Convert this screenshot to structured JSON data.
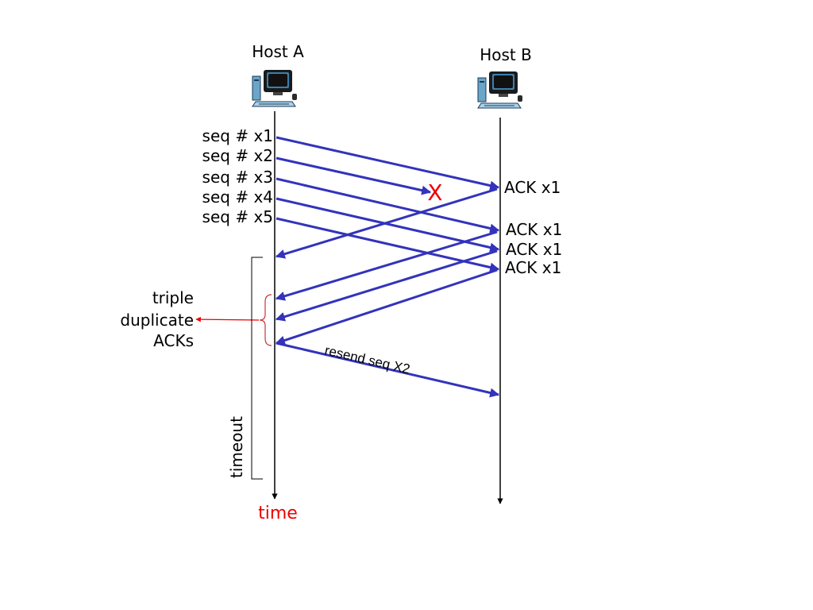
{
  "hosts": {
    "a_label": "Host A",
    "b_label": "Host B"
  },
  "segments": {
    "s1": "seq # x1",
    "s2": "seq # x2",
    "s3": "seq # x3",
    "s4": "seq # x4",
    "s5": "seq # x5"
  },
  "acks": {
    "a1": "ACK x1",
    "a2": "ACK x1",
    "a3": "ACK x1",
    "a4": "ACK x1"
  },
  "loss_marker": "X",
  "resend_label": "resend seq X2",
  "triple_dup": {
    "line1": "triple",
    "line2": "duplicate",
    "line3": "ACKs"
  },
  "timeout_label": "timeout",
  "time_label": "time",
  "colors": {
    "message": "#3333bb",
    "highlight": "#ee0000",
    "brace": "#cc3333"
  }
}
